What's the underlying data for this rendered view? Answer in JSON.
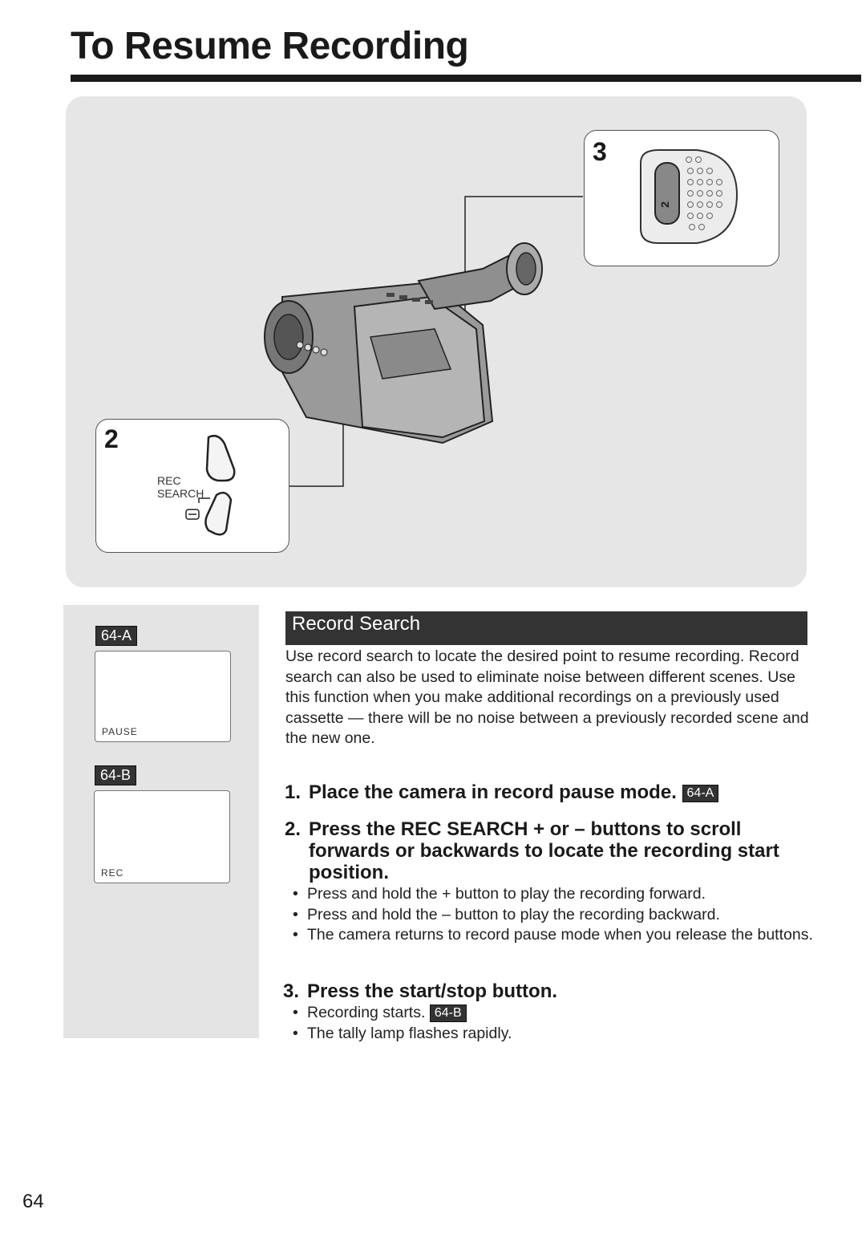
{
  "title": "To Resume Recording",
  "illustration": {
    "callout_3_number": "3",
    "callout_3_dial": "2",
    "callout_2_number": "2",
    "callout_2_rec": "REC",
    "callout_2_search": "SEARCH"
  },
  "screens": [
    {
      "tag": "64-A",
      "text": "PAUSE"
    },
    {
      "tag": "64-B",
      "text": "REC"
    }
  ],
  "section_header": "Record Search",
  "intro": "Use record search to locate the desired point to resume recording. Record search can also be used to eliminate noise between different scenes. Use this function when you make additional recordings on a previously used cassette — there will be no noise between a previously recorded scene and the new one.",
  "steps": [
    {
      "number": "1.",
      "title": "Place the camera in record pause mode.",
      "tag": "64-A",
      "bullets": []
    },
    {
      "number": "2.",
      "title": "Press the REC SEARCH + or – buttons to scroll forwards or backwards to locate the recording start position.",
      "bullets": [
        "Press and hold the + button to play the recording forward.",
        "Press and hold the – button to play the recording backward.",
        "The camera returns to record pause mode when you release the buttons."
      ]
    },
    {
      "number": "3.",
      "title": "Press the start/stop button.",
      "bullets": [
        "Recording starts.",
        "The tally lamp flashes rapidly."
      ],
      "bullet_tag": "64-B"
    }
  ],
  "page_number": "64"
}
